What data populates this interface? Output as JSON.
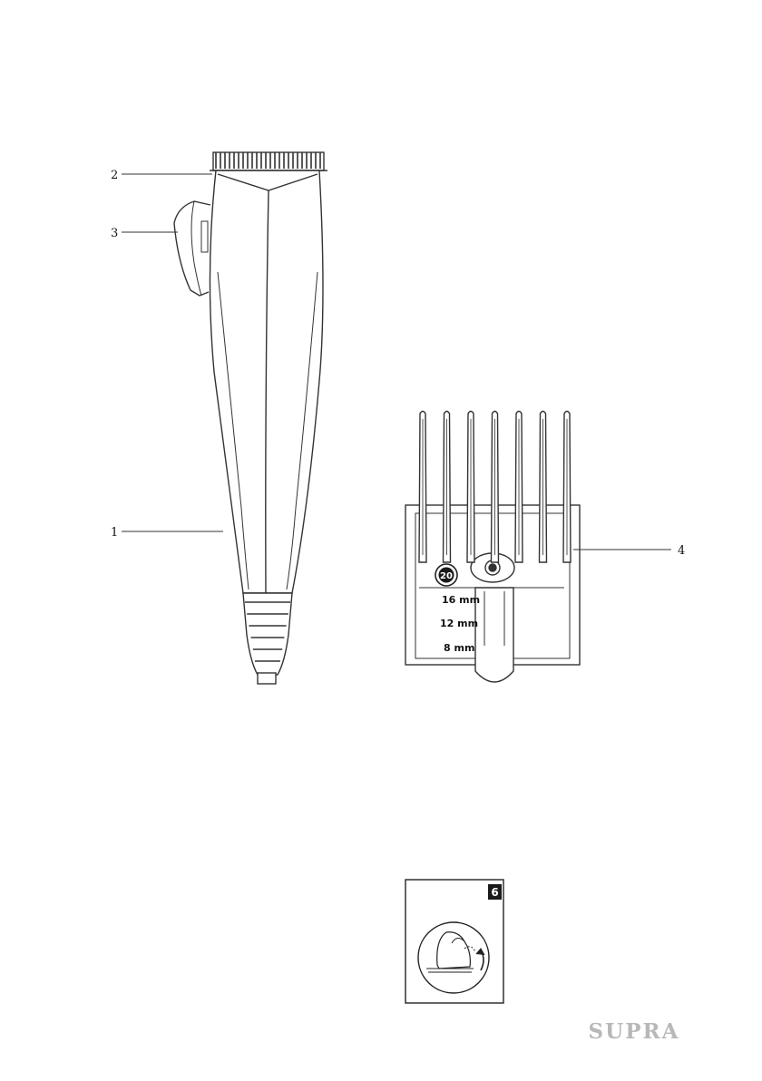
{
  "callouts": {
    "blade": "2",
    "switch": "3",
    "body": "1",
    "comb": "4"
  },
  "comb_attachment": {
    "badge": "20",
    "scale_marks": [
      "16 mm",
      "12 mm",
      "8 mm"
    ]
  },
  "step_figure": {
    "number": "6"
  },
  "brand": "SUPRA",
  "colors": {
    "line": "#333333",
    "brand": "#b8b8b8",
    "badge_bg": "#1a1a1a"
  }
}
